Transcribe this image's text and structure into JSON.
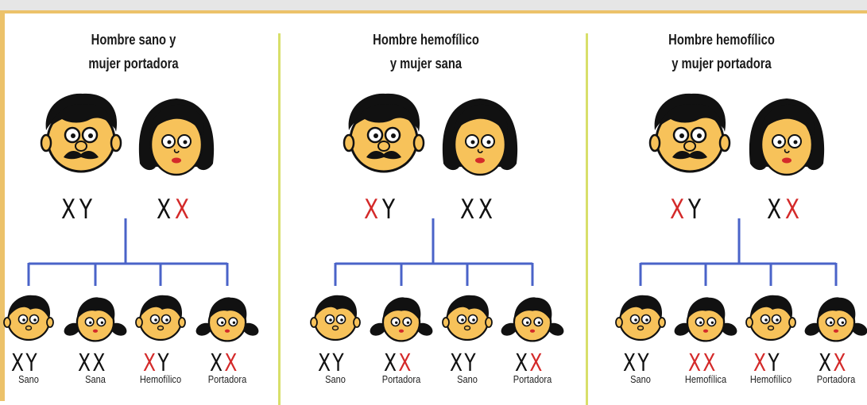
{
  "colors": {
    "border": "#ecc26a",
    "divider": "#d8df6a",
    "tree_line": "#4a63c8",
    "affected_x": "#d42a2a",
    "skin": "#f7c25a"
  },
  "crosses": [
    {
      "title_line1": "Hombre sano y",
      "title_line2": "mujer portadora",
      "father": [
        "X",
        "Y"
      ],
      "mother": [
        "X",
        "X"
      ],
      "children": [
        {
          "sex": "boy",
          "chromosomes": [
            "X",
            "Y"
          ],
          "label": "Sano"
        },
        {
          "sex": "girl",
          "chromosomes": [
            "X",
            "X"
          ],
          "label": "Sana"
        },
        {
          "sex": "boy",
          "chromosomes": [
            "X",
            "Y"
          ],
          "label": "Hemofílico"
        },
        {
          "sex": "girl",
          "chromosomes": [
            "X",
            "X"
          ],
          "label": "Portadora"
        }
      ]
    },
    {
      "title_line1": "Hombre hemofílico",
      "title_line2": "y mujer sana",
      "father": [
        "X",
        "Y"
      ],
      "mother": [
        "X",
        "X"
      ],
      "children": [
        {
          "sex": "boy",
          "chromosomes": [
            "X",
            "Y"
          ],
          "label": "Sano"
        },
        {
          "sex": "girl",
          "chromosomes": [
            "X",
            "X"
          ],
          "label": "Portadora"
        },
        {
          "sex": "boy",
          "chromosomes": [
            "X",
            "Y"
          ],
          "label": "Sano"
        },
        {
          "sex": "girl",
          "chromosomes": [
            "X",
            "X"
          ],
          "label": "Portadora"
        }
      ]
    },
    {
      "title_line1": "Hombre hemofílico",
      "title_line2": "y mujer portadora",
      "father": [
        "X",
        "Y"
      ],
      "mother": [
        "X",
        "X"
      ],
      "children": [
        {
          "sex": "boy",
          "chromosomes": [
            "X",
            "Y"
          ],
          "label": "Sano"
        },
        {
          "sex": "girl",
          "chromosomes": [
            "X",
            "X"
          ],
          "label": "Hemofílica"
        },
        {
          "sex": "boy",
          "chromosomes": [
            "X",
            "Y"
          ],
          "label": "Hemofílico"
        },
        {
          "sex": "girl",
          "chromosomes": [
            "X",
            "X"
          ],
          "label": "Portadora"
        }
      ]
    }
  ]
}
